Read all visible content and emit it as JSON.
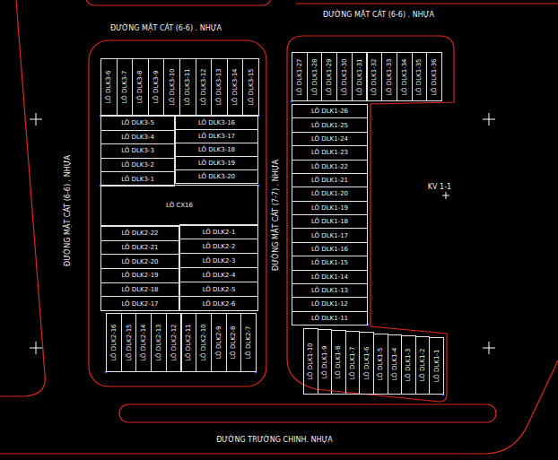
{
  "diagram": {
    "nodes": [
      {
        "text": [
          "LÔ DLK3-6"
        ]
      },
      {
        "text": [
          "LÔ DLK3-7"
        ]
      },
      {
        "text": [
          "LÔ DLK3-8"
        ]
      },
      {
        "text": [
          "LÔ DLK3-9"
        ]
      },
      {
        "text": [
          "LÔ DLK3-10"
        ]
      },
      {
        "text": [
          "LÔ DLK3-11"
        ]
      },
      {
        "text": [
          "LÔ DLK3-12"
        ]
      },
      {
        "text": [
          "LÔ DLK3-13"
        ]
      },
      {
        "text": [
          "LÔ DLK3-14"
        ]
      },
      {
        "text": [
          "LÔ DLK3-15"
        ]
      },
      {
        "text": [
          "LÔ DLK3-5"
        ]
      },
      {
        "text": [
          "LÔ DLK3-4"
        ]
      },
      {
        "text": [
          "LÔ DLK3-3"
        ]
      },
      {
        "text": [
          "LÔ DLK3-2"
        ]
      },
      {
        "text": [
          "LÔ DLK3-1"
        ]
      },
      {
        "text": [
          "LÔ DLK3-16"
        ]
      },
      {
        "text": [
          "LÔ DLK3-17"
        ]
      },
      {
        "text": [
          "LÔ DLK3-18"
        ]
      },
      {
        "text": [
          "LÔ DLK3-19"
        ]
      },
      {
        "text": [
          "LÔ DLK3-20"
        ]
      },
      {
        "text": [
          "LÔ CX16"
        ]
      },
      {
        "text": [
          "LÔ DLK2-22"
        ]
      },
      {
        "text": [
          "LÔ DLK2-21"
        ]
      },
      {
        "text": [
          "LÔ DLK2-20"
        ]
      },
      {
        "text": [
          "LÔ DLK2-19"
        ]
      },
      {
        "text": [
          "LÔ DLK2-18"
        ]
      },
      {
        "text": [
          "LÔ DLK2-17"
        ]
      },
      {
        "text": [
          "LÔ DLK2-1"
        ]
      },
      {
        "text": [
          "LÔ DLK2-2"
        ]
      },
      {
        "text": [
          "LÔ DLK2-3"
        ]
      },
      {
        "text": [
          "LÔ DLK2-4"
        ]
      },
      {
        "text": [
          "LÔ DLK2-5"
        ]
      },
      {
        "text": [
          "LÔ DLK2-6"
        ]
      },
      {
        "text": [
          "LÔ DLK2-16"
        ]
      },
      {
        "text": [
          "LÔ DLK2-15"
        ]
      },
      {
        "text": [
          "LÔ DLK2-14"
        ]
      },
      {
        "text": [
          "LÔ DLK2-13"
        ]
      },
      {
        "text": [
          "LÔ DLK2-12"
        ]
      },
      {
        "text": [
          "LÔ DLK2-11"
        ]
      },
      {
        "text": [
          "LÔ DLK2-10"
        ]
      },
      {
        "text": [
          "LÔ DLK2-9"
        ]
      },
      {
        "text": [
          "LÔ DLK2-8"
        ]
      },
      {
        "text": [
          "LÔ DLK2-7"
        ]
      },
      {
        "text": [
          "LÔ DLK1-27"
        ]
      },
      {
        "text": [
          "LÔ DLK1-28"
        ]
      },
      {
        "text": [
          "LÔ DLK1-29"
        ]
      },
      {
        "text": [
          "LÔ DLK1-30"
        ]
      },
      {
        "text": [
          "LÔ DLK1-31"
        ]
      },
      {
        "text": [
          "LÔ DLK1-32"
        ]
      },
      {
        "text": [
          "LÔ DLK1-33"
        ]
      },
      {
        "text": [
          "LÔ DLK1-34"
        ]
      },
      {
        "text": [
          "LÔ DLK1-35"
        ]
      },
      {
        "text": [
          "LÔ DLK1-36"
        ]
      },
      {
        "text": [
          "LÔ DLK1-26"
        ]
      },
      {
        "text": [
          "LÔ DLK1-25"
        ]
      },
      {
        "text": [
          "LÔ DLK1-24"
        ]
      },
      {
        "text": [
          "LÔ DLK1-23"
        ]
      },
      {
        "text": [
          "LÔ DLK1-22"
        ]
      },
      {
        "text": [
          "LÔ DLK1-21"
        ]
      },
      {
        "text": [
          "LÔ DLK1-20"
        ]
      },
      {
        "text": [
          "LÔ DLK1-19"
        ]
      },
      {
        "text": [
          "LÔ DLK1-18"
        ]
      },
      {
        "text": [
          "LÔ DLK1-17"
        ]
      },
      {
        "text": [
          "LÔ DLK1-16"
        ]
      },
      {
        "text": [
          "LÔ DLK1-15"
        ]
      },
      {
        "text": [
          "LÔ DLK1-14"
        ]
      },
      {
        "text": [
          "LÔ DLK1-13"
        ]
      },
      {
        "text": [
          "LÔ DLK1-12"
        ]
      },
      {
        "text": [
          "LÔ DLK1-11"
        ]
      },
      {
        "text": [
          "LÔ DLK1-10"
        ]
      },
      {
        "text": [
          "LÔ DLK1-9"
        ]
      },
      {
        "text": [
          "LÔ DLK1-8"
        ]
      },
      {
        "text": [
          "LÔ DLK1-7"
        ]
      },
      {
        "text": [
          "LÔ DLK1-6"
        ]
      },
      {
        "text": [
          "LÔ DLK1-5"
        ]
      },
      {
        "text": [
          "LÔ DLK1-4"
        ]
      },
      {
        "text": [
          "LÔ DLK1-3"
        ]
      },
      {
        "text": [
          "LÔ DLK1-2"
        ]
      },
      {
        "text": [
          "LÔ DLK1-1"
        ]
      }
    ],
    "labels": [
      "ĐƯỜNG MẶT CÁT (6-6) . NHỰA",
      "ĐƯỜNG MẶT CÁT (6-6) . NHỰA",
      "ĐƯỜNG MẶT CÁT (6-6) . NHỰA",
      "ĐƯỜNG MẶT CÁT (7-7) . NHỰA",
      "KV 1-1",
      "ĐƯỜNG TRƯỜNG CHINH. NHỰA"
    ]
  }
}
